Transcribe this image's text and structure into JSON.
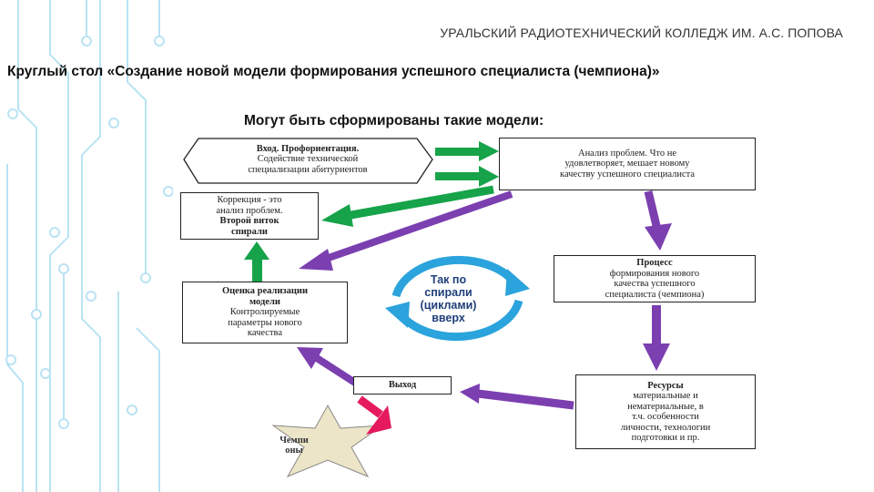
{
  "header": {
    "college": "УРАЛЬСКИЙ РАДИОТЕХНИЧЕСКИЙ КОЛЛЕДЖ ИМ. А.С. ПОПОВА"
  },
  "title": "Круглый стол «Создание новой модели формирования успешного специалиста (чемпиона)»",
  "subtitle": "Могут быть сформированы такие модели:",
  "diagram": {
    "entry": {
      "head": "Вход. Профориентация.",
      "line1": "Содействие технической",
      "line2": "специализации абитуриентов"
    },
    "analysis": {
      "head": "Анализ проблем. Что не",
      "line1": "удовлетворяет, мешает новому",
      "line2": "качеству успешного специалиста"
    },
    "correction": {
      "line1": "Коррекция - это",
      "line2": "анализ проблем.",
      "line3": "Второй виток",
      "line4": "спирали"
    },
    "process": {
      "head": "Процесс",
      "line1": "формирования нового",
      "line2": "качества успешного",
      "line3": "специалиста (чемпиона)"
    },
    "evaluation": {
      "head1": "Оценка реализации",
      "head2": "модели",
      "line1": "Контролируемые",
      "line2": "параметры нового",
      "line3": "качества"
    },
    "resources": {
      "head": "Ресурсы",
      "line1": "материальные и",
      "line2": "нематериальные, в",
      "line3": "т.ч. особенности",
      "line4": "личности, технологии",
      "line5": "подготовки и пр."
    },
    "exit": {
      "label": "Выход"
    },
    "spiral": {
      "line1": "Так по",
      "line2": "спирали",
      "line3": "(циклами)",
      "line4": "вверх"
    },
    "star": {
      "line1": "Чемпи",
      "line2": "оны"
    }
  },
  "colors": {
    "purple_arrow": "#7b3fb0",
    "green_arrow": "#16a34a",
    "pink_arrow": "#e5195e",
    "spiral_arrow": "#2ba3dc",
    "star_fill": "#ece5c8",
    "deco_lines": "#b9e3f3"
  }
}
